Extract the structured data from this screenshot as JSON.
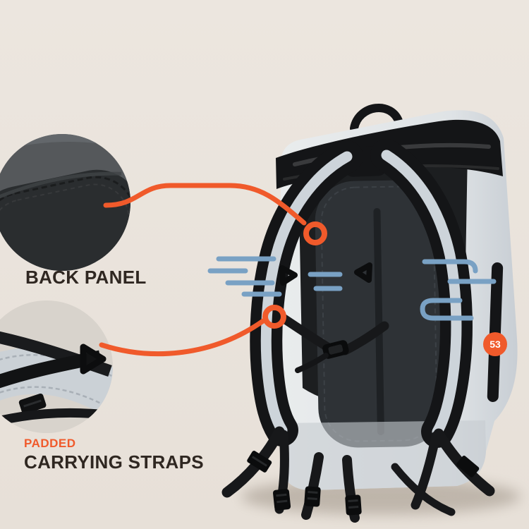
{
  "scene": {
    "colors": {
      "bg": "#ece6df",
      "bg2": "#e7e0d8",
      "accent": "#f05a2b",
      "blue": "#79a1c4",
      "text": "#2f2721"
    }
  },
  "callouts": {
    "back_panel": {
      "label": "BACK PANEL"
    },
    "carrying_straps": {
      "prefix": "PADDED",
      "label": "CARRYING STRAPS"
    }
  },
  "badge": {
    "text": "53"
  },
  "icons": {
    "inset_1": "back-panel-closeup-photo",
    "inset_2": "carrying-straps-closeup-photo",
    "subject": "rolltop-backpack-rear-view"
  }
}
